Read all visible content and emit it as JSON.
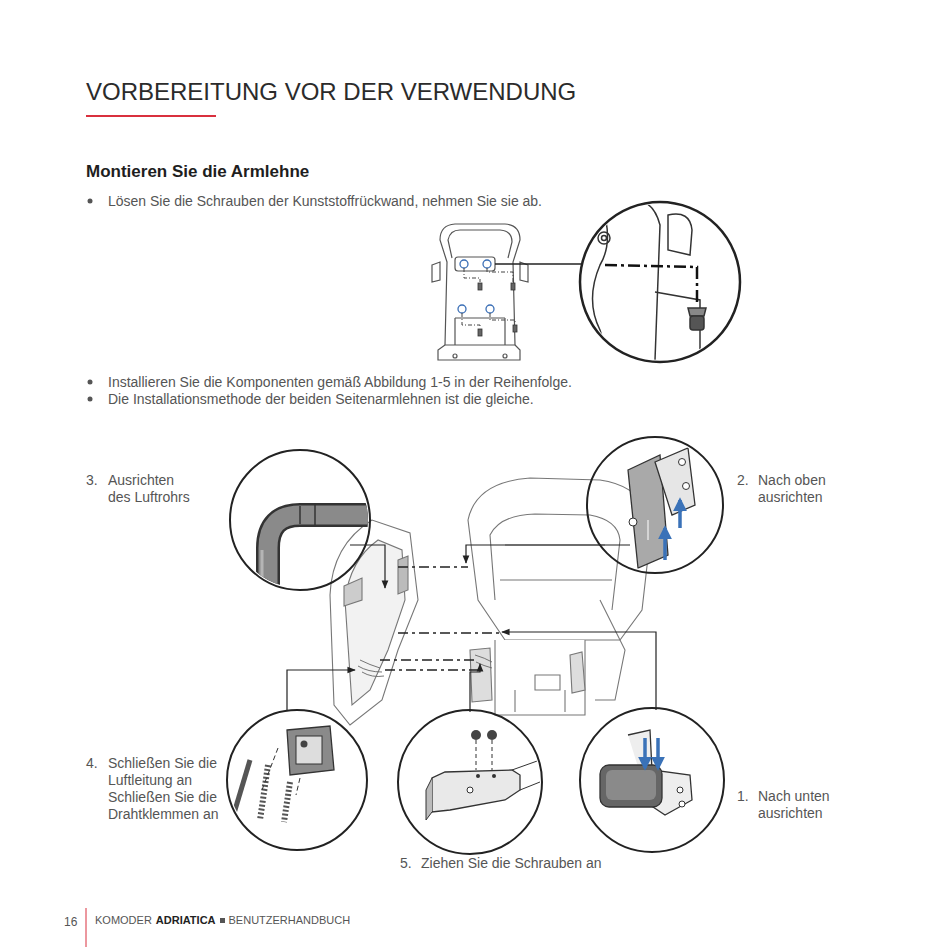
{
  "diagram": {
    "title": "VORBEREITUNG VOR DER VERWENDUNG",
    "labels": [
      "Montieren Sie die Armlehne",
      "Lösen Sie die Schrauben der Kunststoffrückwand, nehmen Sie sie ab.",
      "Installieren Sie die Komponenten gemäß Abbildung 1-5 in der Reihenfolge.",
      "Die Installationsmethode der beiden Seitenarmlehnen ist die gleiche.",
      "3.",
      "Ausrichten des Luftrohrs",
      "2.",
      "Nach oben ausrichten",
      "4.",
      "Schließen Sie die Luftleitung an Schließen Sie die Drahtklemmen an",
      "1.",
      "Nach unten ausrichten",
      "5.",
      "Ziehen Sie die Schrauben an",
      "16",
      "KOMODER",
      "ADRIATICA",
      "BENUTZERHANDBUCH"
    ]
  }
}
